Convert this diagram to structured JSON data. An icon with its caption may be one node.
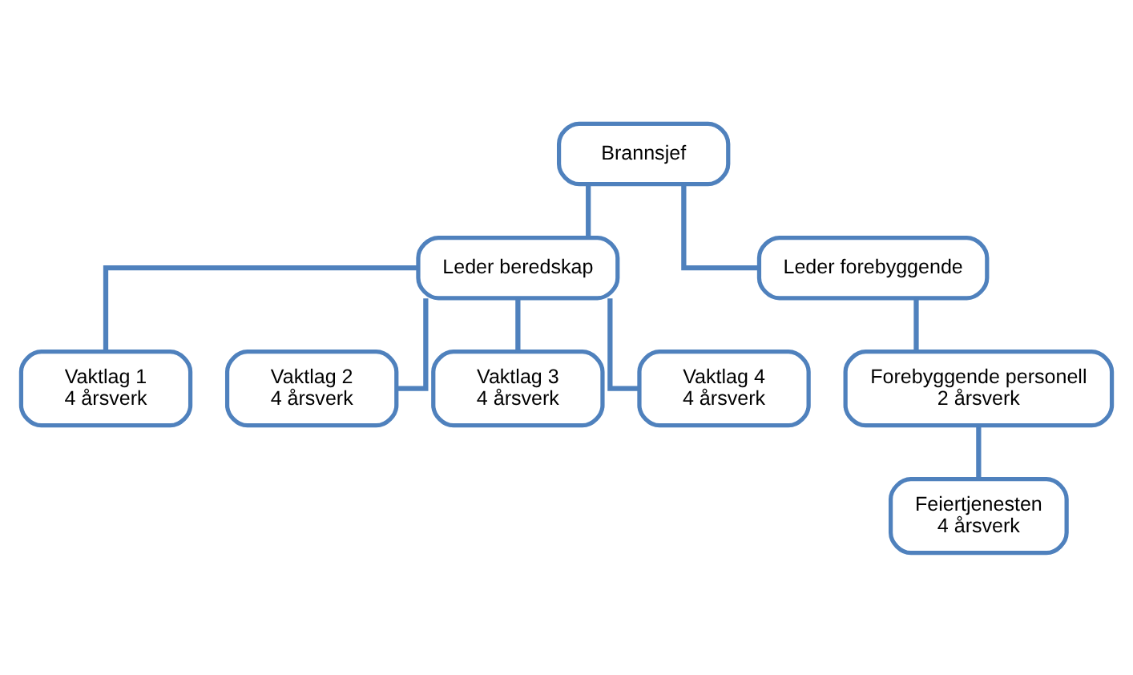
{
  "diagram": {
    "nodes": [
      {
        "text": [
          "Brannsjef"
        ]
      },
      {
        "text": [
          "Leder beredskap"
        ]
      },
      {
        "text": [
          "Leder forebyggende"
        ]
      },
      {
        "text": [
          "Vaktlag 1",
          "4 årsverk"
        ]
      },
      {
        "text": [
          "Vaktlag 2",
          "4 årsverk"
        ]
      },
      {
        "text": [
          "Vaktlag 3",
          "4 årsverk"
        ]
      },
      {
        "text": [
          "Vaktlag 4",
          "4 årsverk"
        ]
      },
      {
        "text": [
          "Forebyggende personell",
          "2 årsverk"
        ]
      },
      {
        "text": [
          "Feiertjenesten",
          "4 årsverk"
        ]
      }
    ],
    "edges": [
      {
        "from": 0,
        "to": 1,
        "arrow": "none"
      },
      {
        "from": 0,
        "to": 2,
        "arrow": "none"
      },
      {
        "from": 1,
        "to": 3,
        "arrow": "none"
      },
      {
        "from": 1,
        "to": 4,
        "arrow": "none"
      },
      {
        "from": 1,
        "to": 5,
        "arrow": "none"
      },
      {
        "from": 1,
        "to": 6,
        "arrow": "none"
      },
      {
        "from": 2,
        "to": 7,
        "arrow": "none"
      },
      {
        "from": 7,
        "to": 8,
        "arrow": "none"
      }
    ]
  }
}
